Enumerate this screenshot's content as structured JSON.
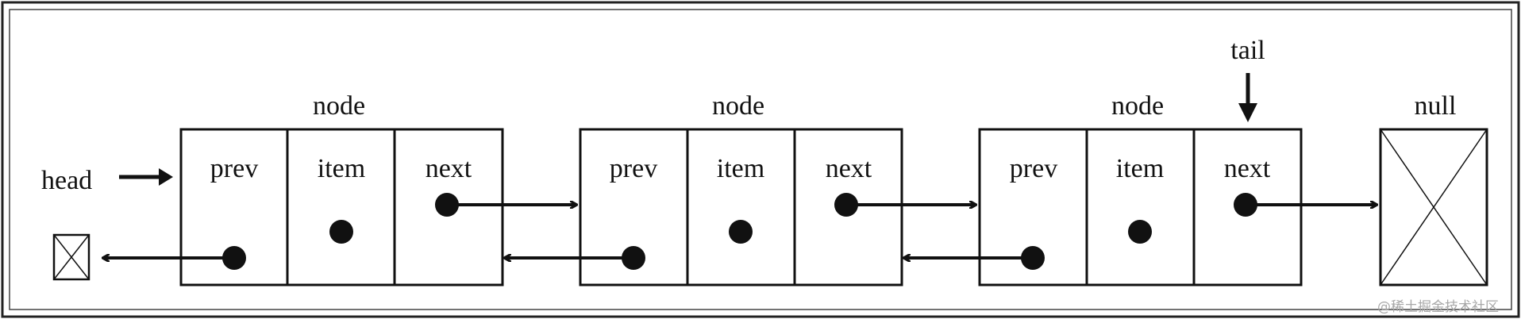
{
  "head_label": "head",
  "tail_label": "tail",
  "null_label": "null",
  "nodes": [
    {
      "title": "node",
      "fields": [
        "prev",
        "item",
        "next"
      ]
    },
    {
      "title": "node",
      "fields": [
        "prev",
        "item",
        "next"
      ]
    },
    {
      "title": "node",
      "fields": [
        "prev",
        "item",
        "next"
      ]
    }
  ],
  "watermark": "@稀土掘金技术社区"
}
